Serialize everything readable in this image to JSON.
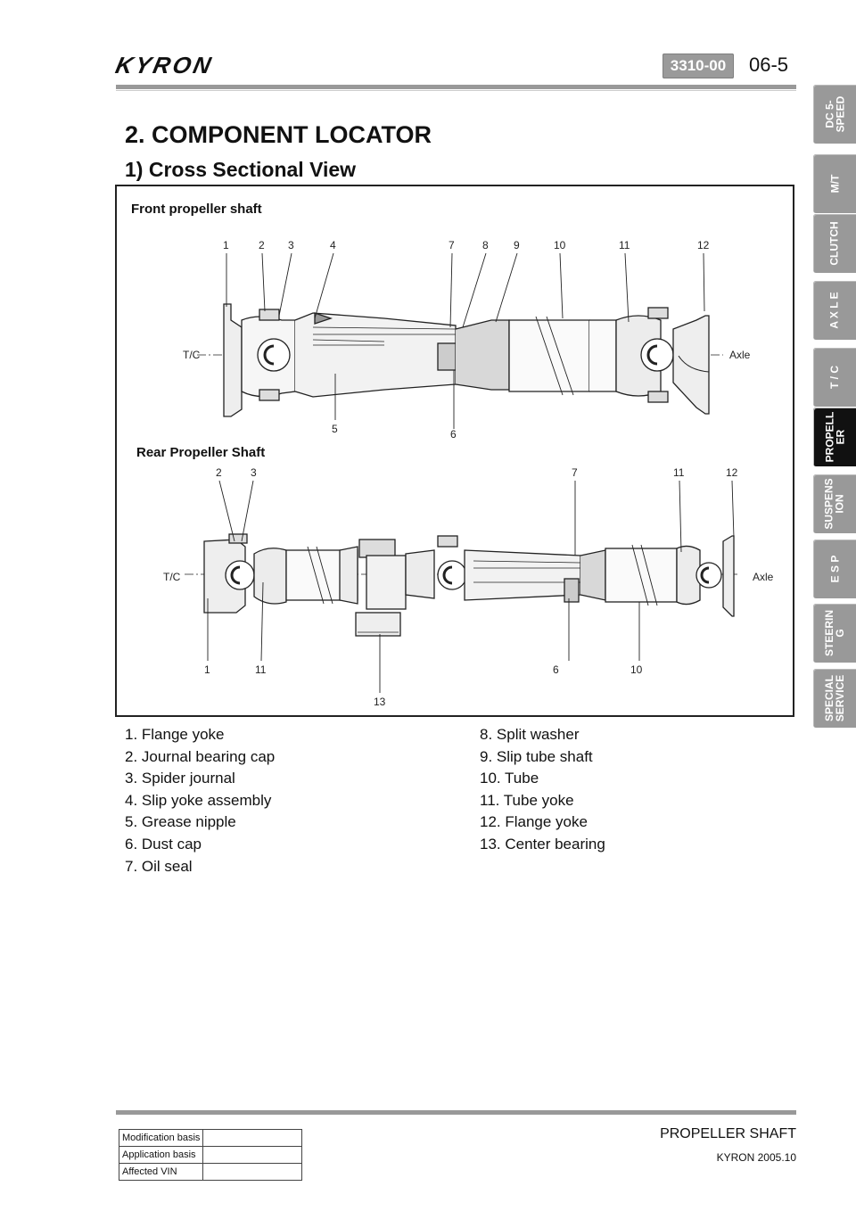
{
  "header": {
    "logo": "KYRON",
    "section_code": "3310-00",
    "page_number": "06-5"
  },
  "title": "2. COMPONENT LOCATOR",
  "subtitle": "1) Cross Sectional View",
  "figure": {
    "front": {
      "title": "Front propeller shaft",
      "left_label": "T/C",
      "right_label": "Axle",
      "top_callouts": [
        "1",
        "2",
        "3",
        "4",
        "7",
        "8",
        "9",
        "10",
        "11",
        "12"
      ],
      "bottom_callouts": [
        "5",
        "6"
      ]
    },
    "rear": {
      "title": "Rear Propeller Shaft",
      "left_label": "T/C",
      "right_label": "Axle",
      "top_callouts": [
        "2",
        "3",
        "7",
        "11",
        "12"
      ],
      "bottom_callouts": [
        "1",
        "11",
        "13",
        "6",
        "10"
      ]
    }
  },
  "parts_left": [
    "1. Flange yoke",
    "2. Journal bearing cap",
    "3. Spider journal",
    "4. Slip yoke assembly",
    "5. Grease nipple",
    "6. Dust cap",
    "7. Oil seal"
  ],
  "parts_right": [
    "8. Split washer",
    "9. Slip tube shaft",
    "10. Tube",
    "11. Tube yoke",
    "12. Flange yoke",
    "13. Center bearing"
  ],
  "side_tabs": [
    "DC 5-\nSPEED",
    "M/T",
    "CLUTCH",
    "A X L E",
    "T / C",
    "PROPELL\nER",
    "SUSPENS\nION",
    "E S P",
    "STEERIN\nG",
    "SPECIAL\nSERVICE"
  ],
  "active_tab": "PROPELL\nER",
  "footer": {
    "section": "PROPELLER SHAFT",
    "model": "KYRON 2005.10",
    "table": [
      {
        "label": "Modification basis",
        "value": ""
      },
      {
        "label": "Application basis",
        "value": ""
      },
      {
        "label": "Affected VIN",
        "value": ""
      }
    ]
  }
}
